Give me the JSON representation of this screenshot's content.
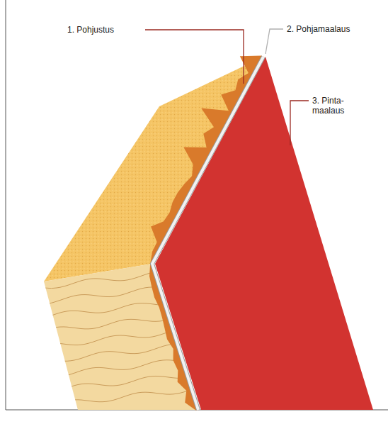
{
  "diagram": {
    "labels": [
      "1. Pohjustus",
      "2. Pohjamaalaus",
      "3. Pinta- maalaus"
    ]
  }
}
